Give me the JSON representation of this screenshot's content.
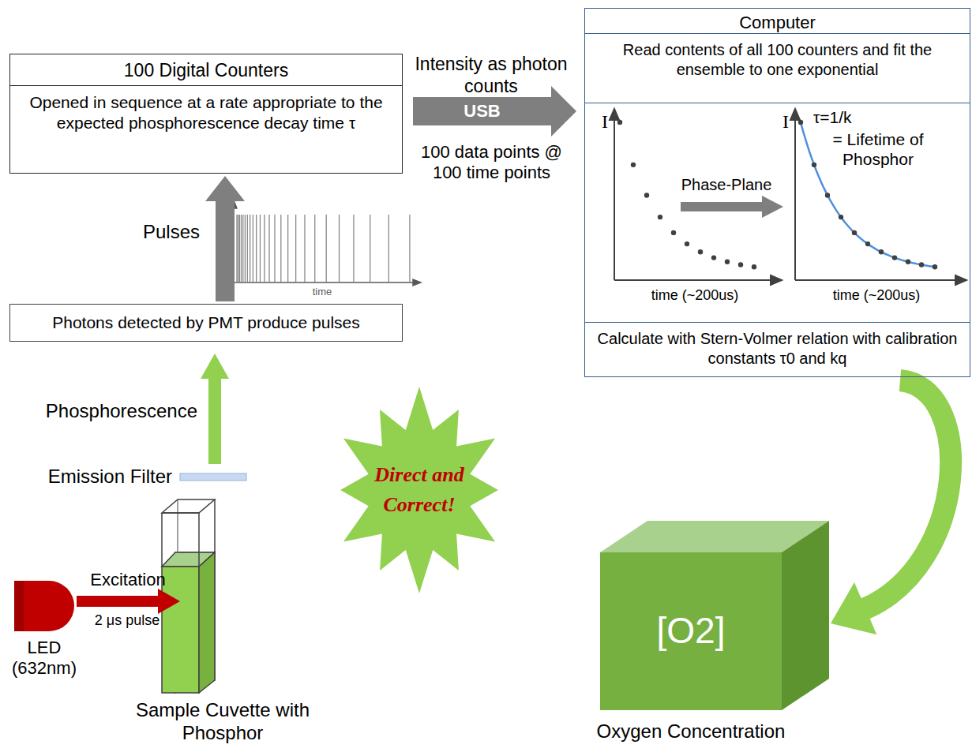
{
  "diagram": {
    "nodes": [
      {
        "text": [
          "100 Digital Counters",
          "Opened in sequence at a rate appropriate to the expected phosphorescence decay time τ"
        ]
      },
      {
        "text": [
          "Computer",
          "Read contents of all 100 counters and fit the ensemble to one exponential",
          "Calculate with Stern-Volmer relation with calibration constants τ0 and kq"
        ]
      },
      {
        "text": [
          "Photons detected by PMT produce pulses"
        ]
      },
      {
        "text": [
          "Direct and Correct!"
        ]
      },
      {
        "text": [
          "[O2]",
          "Oxygen Concentration"
        ]
      }
    ],
    "edges": [
      {
        "from": 2,
        "to": 0,
        "label": "Pulses",
        "arrow": "to"
      },
      {
        "from": 0,
        "to": 1,
        "label": "USB",
        "arrow": "to"
      },
      {
        "from": 1,
        "to": 4,
        "arrow": "to"
      }
    ],
    "labels": [
      "Intensity as photon counts",
      "100 data points @ 100 time points",
      "time",
      "I",
      "time (~200us)",
      "Phase-Plane",
      "I",
      "τ=1/k",
      "= Lifetime of Phosphor",
      "time (~200us)",
      "Phosphorescence",
      "Emission Filter",
      "Excitation",
      "2 μs pulse",
      "LED (632nm)",
      "Sample Cuvette with Phosphor"
    ]
  }
}
